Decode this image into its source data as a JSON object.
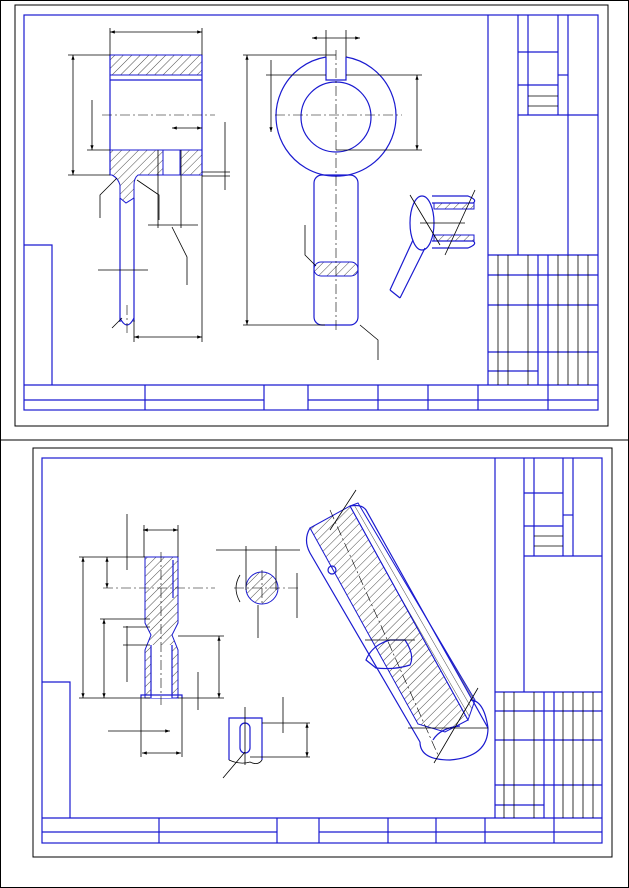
{
  "colors": {
    "outline": "#1a1ad0",
    "dimension": "#000000",
    "background": "#ffffff"
  },
  "sheets": [
    {
      "id": "sheet-1",
      "views": [
        "section-view",
        "ring-front-view",
        "isometric-view"
      ]
    },
    {
      "id": "sheet-2",
      "views": [
        "section-view",
        "cross-section",
        "local-view",
        "isometric-section"
      ]
    }
  ]
}
